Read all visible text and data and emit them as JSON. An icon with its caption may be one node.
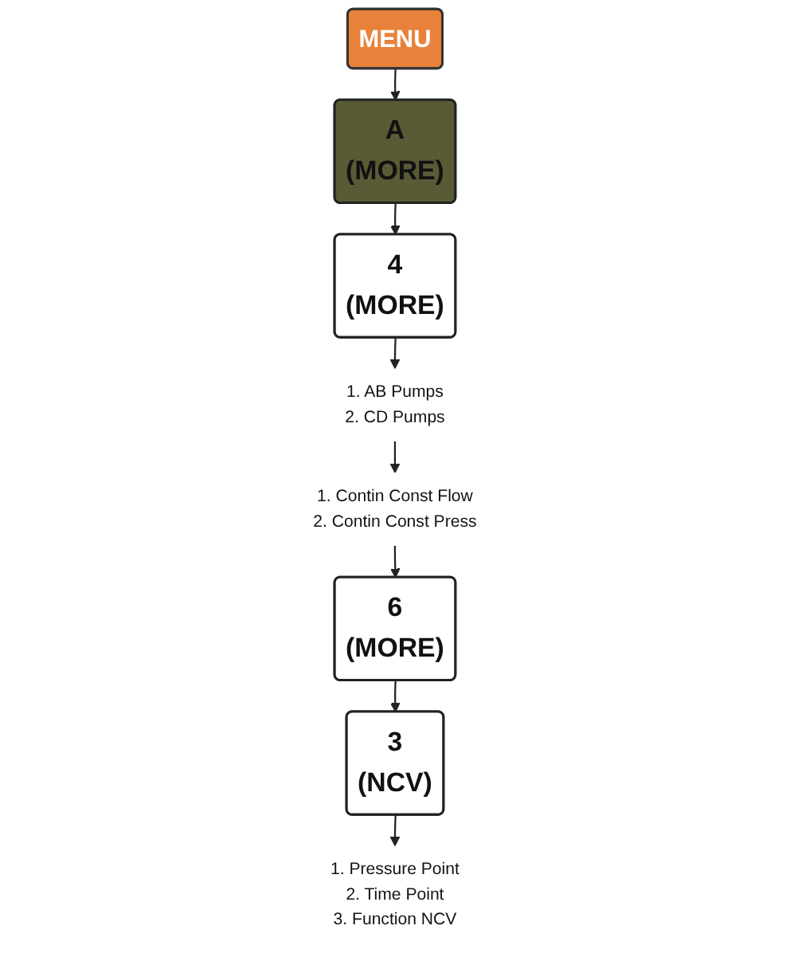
{
  "diagram": {
    "nodes": [
      {
        "text": [
          "MENU"
        ]
      },
      {
        "text": [
          "A",
          "(MORE)"
        ]
      },
      {
        "text": [
          "4",
          "(MORE)"
        ]
      },
      {
        "text": [
          "1. AB Pumps",
          "2. CD Pumps"
        ]
      },
      {
        "text": [
          "1. Contin Const Flow",
          "2. Contin Const Press"
        ]
      },
      {
        "text": [
          "6",
          "(MORE)"
        ]
      },
      {
        "text": [
          "3",
          "(NCV)"
        ]
      },
      {
        "text": [
          "1. Pressure Point",
          "2. Time Point",
          "3. Function NCV"
        ]
      }
    ],
    "edges": [
      {
        "from": 0,
        "to": 1,
        "arrow": "to"
      },
      {
        "from": 1,
        "to": 2,
        "arrow": "to"
      },
      {
        "from": 2,
        "to": 3,
        "arrow": "to"
      },
      {
        "from": 3,
        "to": 4,
        "arrow": "to"
      },
      {
        "from": 4,
        "to": 5,
        "arrow": "to"
      },
      {
        "from": 5,
        "to": 6,
        "arrow": "to"
      },
      {
        "from": 6,
        "to": 7,
        "arrow": "to"
      }
    ]
  }
}
